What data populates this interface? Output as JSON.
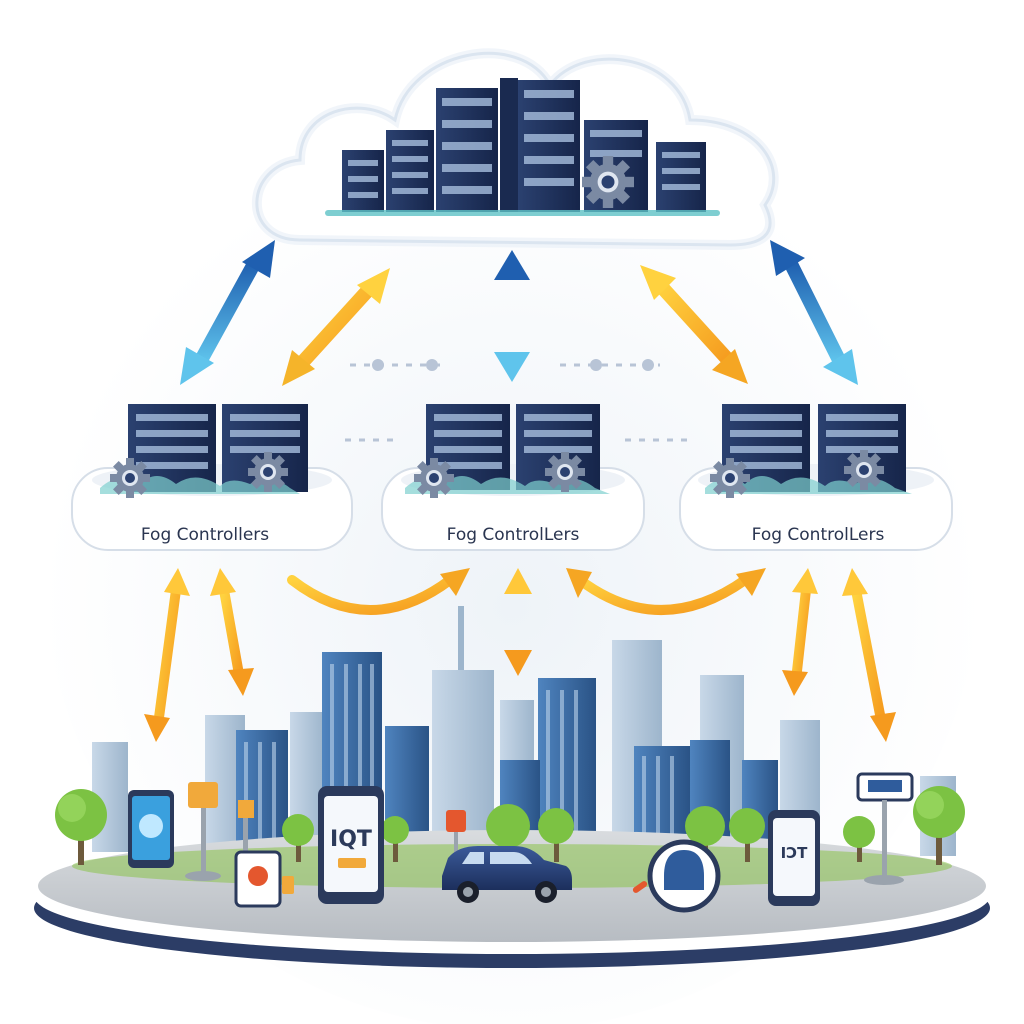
{
  "diagram": {
    "cloud": {
      "name": "cloud-data-center"
    },
    "fog_nodes": [
      {
        "label": "Fog Controllers"
      },
      {
        "label": "Fog ControlLers"
      },
      {
        "label": "Fog ControlLers"
      }
    ],
    "devices": [
      {
        "kind": "phone",
        "label": "IQT"
      },
      {
        "kind": "phone",
        "label": "IƆT"
      }
    ],
    "colors": {
      "blue_arrow": "#2f7fc8",
      "orange_arrow": "#f5a623",
      "server_dark": "#1e2f55",
      "building": "#3a6aa0",
      "tree": "#7cc243",
      "platform": "#8f949c"
    }
  }
}
